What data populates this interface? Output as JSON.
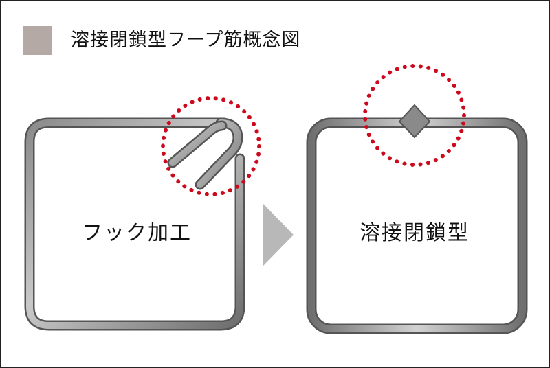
{
  "header": {
    "title": "溶接閉鎖型フープ筋概念図"
  },
  "panels": [
    {
      "label": "フック加工"
    },
    {
      "label": "溶接閉鎖型"
    }
  ],
  "colors": {
    "title_swatch": "#b4a9a4",
    "highlight_dots": "#cc0a1e",
    "arrow": "#b8b8b8",
    "bar_dark": "#6b6b6b",
    "bar_light": "#cfcfcf"
  }
}
